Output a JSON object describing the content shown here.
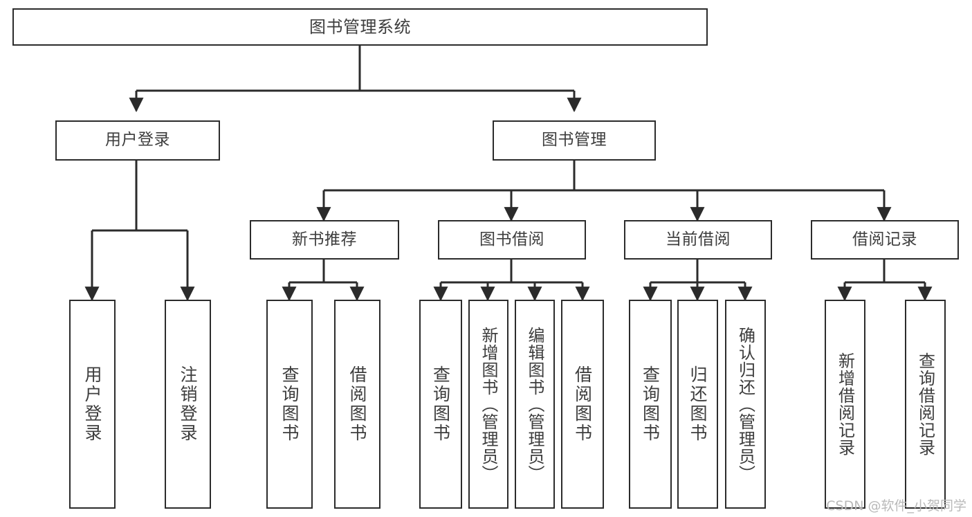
{
  "diagram": {
    "type": "tree-hierarchy",
    "title": "图书管理系统",
    "watermark": "CSDN @软件_小贺同学",
    "colors": {
      "node_border": "#2b2b2b",
      "node_fill": "#ffffff",
      "edge": "#2b2b2b",
      "text": "#3d3d3d",
      "background": "#ffffff",
      "watermark": "#b9b9b9"
    },
    "levels": {
      "root": {
        "label": "图书管理系统"
      },
      "level2": [
        {
          "label": "用户登录"
        },
        {
          "label": "图书管理"
        }
      ],
      "level3": [
        {
          "label": "新书推荐"
        },
        {
          "label": "图书借阅"
        },
        {
          "label": "当前借阅"
        },
        {
          "label": "借阅记录"
        }
      ],
      "leaves": {
        "user_login": [
          {
            "label": "用户登录"
          },
          {
            "label": "注销登录"
          }
        ],
        "new_book_recommend": [
          {
            "label": "查询图书"
          },
          {
            "label": "借阅图书"
          }
        ],
        "book_borrow": [
          {
            "label": "查询图书"
          },
          {
            "label": "新增图书（管理员）"
          },
          {
            "label": "编辑图书（管理员）"
          },
          {
            "label": "借阅图书"
          }
        ],
        "current_borrow": [
          {
            "label": "查询图书"
          },
          {
            "label": "归还图书"
          },
          {
            "label": "确认归还（管理员）"
          }
        ],
        "borrow_record": [
          {
            "label": "新增借阅记录"
          },
          {
            "label": "查询借阅记录"
          }
        ]
      }
    }
  }
}
